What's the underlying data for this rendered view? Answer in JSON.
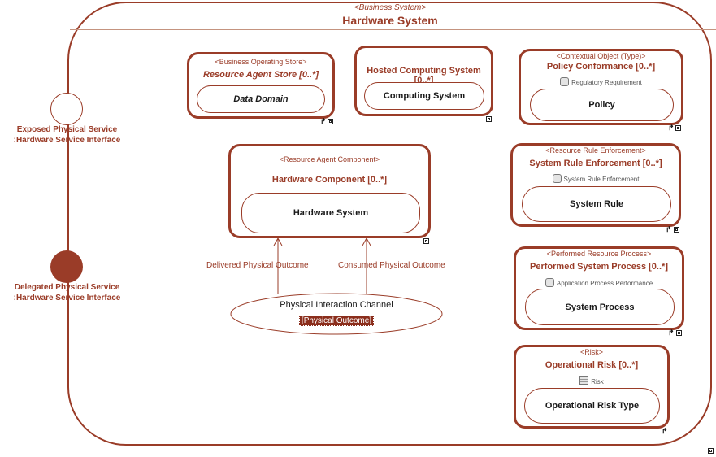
{
  "system": {
    "stereotype": "<Business System>",
    "title": "Hardware System"
  },
  "ports": {
    "exposed": {
      "line1": "Exposed Physical Service",
      "line2": ":Hardware Service Interface"
    },
    "delegated": {
      "line1": "Delegated Physical Service",
      "line2": ":Hardware Service Interface"
    }
  },
  "parts": {
    "resource_agent_store": {
      "stereotype": "<Business Operating Store>",
      "title": "Resource Agent Store [0..*]",
      "inner": "Data Domain"
    },
    "hosted_computing": {
      "title": "Hosted Computing System [0..*]",
      "inner": "Computing System"
    },
    "policy_conformance": {
      "stereotype": "<Contextual Object (Type)>",
      "title": "Policy Conformance [0..*]",
      "classifier": "Regulatory Requirement",
      "inner": "Policy"
    },
    "hardware_component": {
      "stereotype": "<Resource Agent Component>",
      "title": "Hardware Component [0..*]",
      "inner": "Hardware System"
    },
    "system_rule_enforcement": {
      "stereotype": "<Resource Rule Enforcement>",
      "title": "System Rule Enforcement [0..*]",
      "classifier": "System Rule Enforcement",
      "inner": "System Rule"
    },
    "performed_system_process": {
      "stereotype": "<Performed Resource Process>",
      "title": "Performed System Process [0..*]",
      "classifier": "Application Process Performance",
      "inner": "System Process"
    },
    "operational_risk": {
      "stereotype": "<Risk>",
      "title": "Operational Risk [0..*]",
      "classifier": "Risk",
      "inner": "Operational Risk Type"
    }
  },
  "channel": {
    "name": "Physical Interaction Channel",
    "outcome": "[Physical Outcome]",
    "delivered_label": "Delivered Physical Outcome",
    "consumed_label": "Consumed Physical Outcome"
  },
  "colors": {
    "accent": "#9a3c28",
    "selected": "#8b2e1c"
  }
}
